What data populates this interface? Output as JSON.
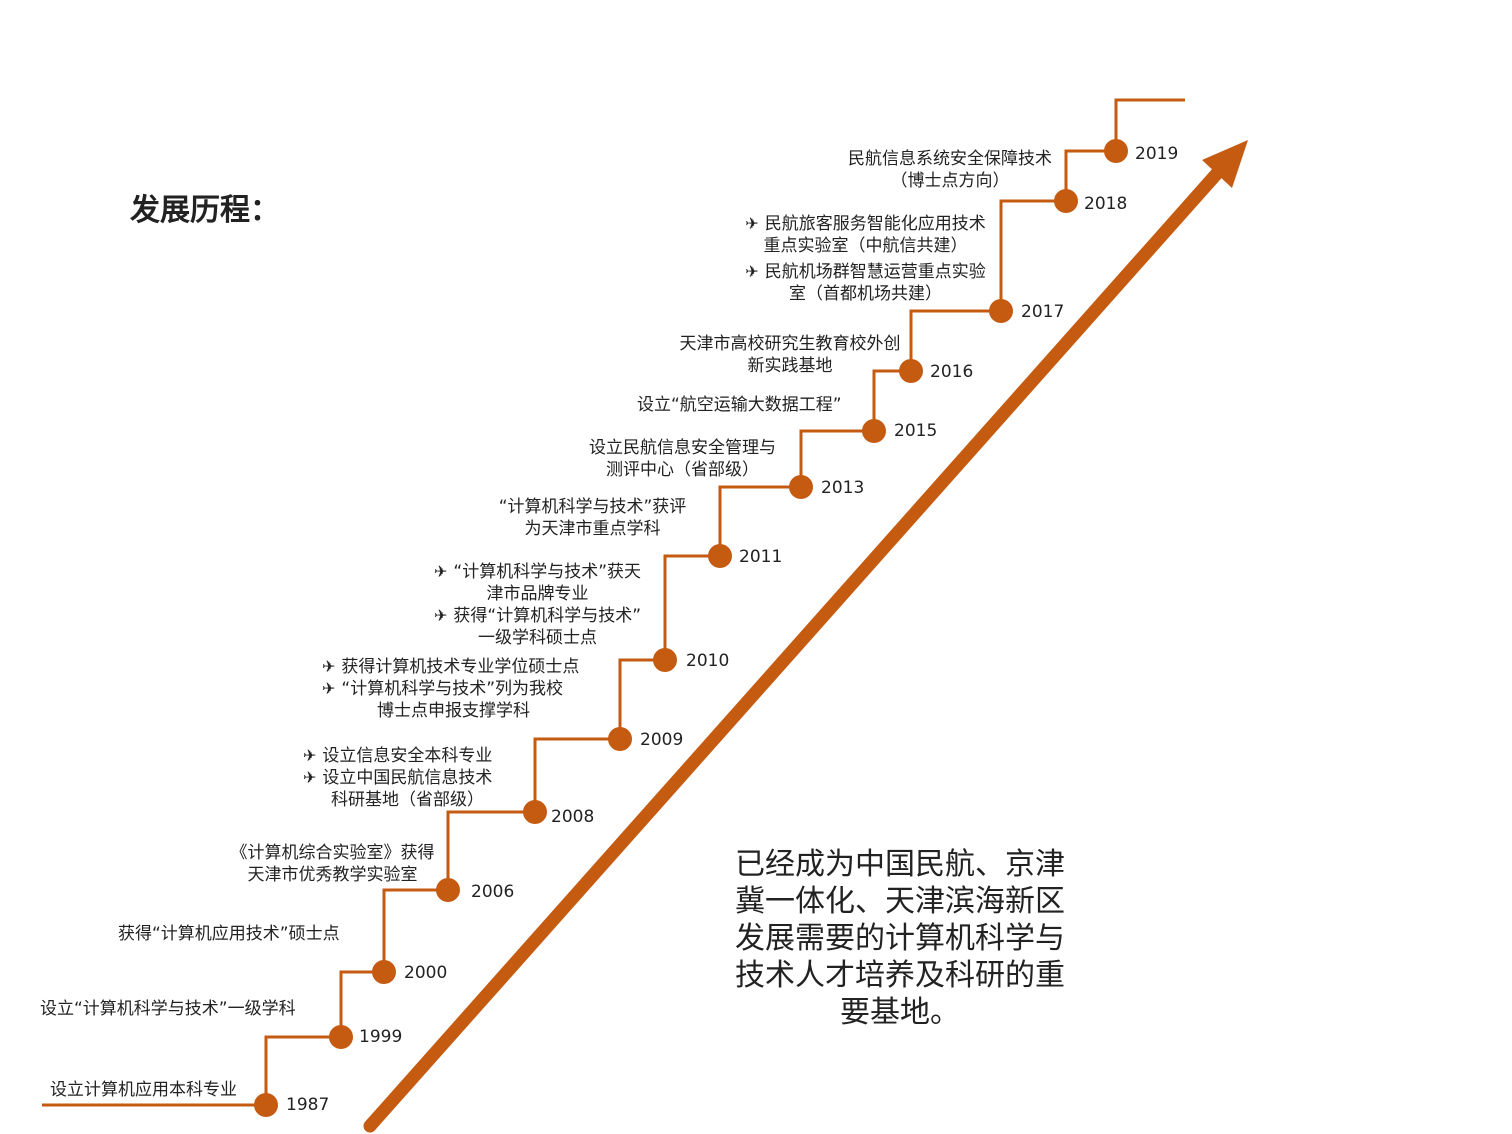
{
  "title": "发展历程：",
  "accent_color": "#c55a11",
  "milestones": [
    {
      "year": "1987",
      "lines": [
        "设立计算机应用本科专业"
      ]
    },
    {
      "year": "1999",
      "lines": [
        "设立“计算机科学与技术”一级学科"
      ]
    },
    {
      "year": "2000",
      "lines": [
        "获得“计算机应用技术”硕士点"
      ]
    },
    {
      "year": "2006",
      "lines": [
        "《计算机综合实验室》获得",
        "天津市优秀教学实验室"
      ]
    },
    {
      "year": "2008",
      "lines": [
        "设立信息安全本科专业",
        "设立中国民航信息技术",
        "科研基地（省部级）"
      ]
    },
    {
      "year": "2009",
      "lines": [
        "获得计算机技术专业学位硕士点",
        "“计算机科学与技术”列为我校",
        "博士点申报支撑学科"
      ]
    },
    {
      "year": "2010",
      "lines": [
        "“计算机科学与技术”获天",
        "津市品牌专业",
        "获得“计算机科学与技术”",
        "一级学科硕士点"
      ]
    },
    {
      "year": "2011",
      "lines": [
        "“计算机科学与技术”获评",
        "为天津市重点学科"
      ]
    },
    {
      "year": "2013",
      "lines": [
        "设立民航信息安全管理与",
        "测评中心（省部级）"
      ]
    },
    {
      "year": "2015",
      "lines": [
        "设立“航空运输大数据工程”"
      ]
    },
    {
      "year": "2016",
      "lines": [
        "天津市高校研究生教育校外创",
        "新实践基地"
      ]
    },
    {
      "year": "2017",
      "lines": [
        "民航旅客服务智能化应用技术",
        "重点实验室（中航信共建）",
        "民航机场群智慧运营重点实验",
        "室（首都机场共建）"
      ]
    },
    {
      "year": "2018",
      "lines": [
        "民航信息系统安全保障技术",
        "（博士点方向）"
      ]
    },
    {
      "year": "2019",
      "lines": []
    }
  ],
  "summary": "已经成为中国民航、京津冀一体化、天津滨海新区发展需要的计算机科学与技术人才培养及科研的重要基地。"
}
